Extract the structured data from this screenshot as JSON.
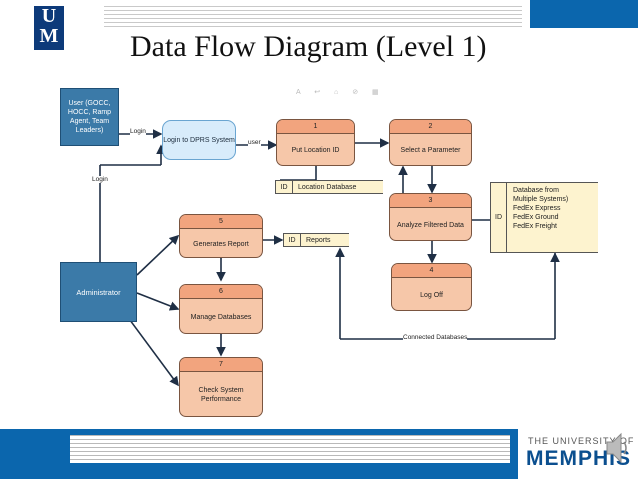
{
  "header": {
    "logo_top": "U",
    "logo_bottom": "M",
    "title": "Data Flow Diagram (Level 1)"
  },
  "footer": {
    "university_small": "THE UNIVERSITY OF",
    "university_big": "MEMPHIS"
  },
  "toolbar_glyphs": "A ↩ ⌂ ⊘ ▦",
  "entities": {
    "user": "User (GOCC, HOCC, Ramp Agent, Team Leaders)",
    "login_system": "Login to DPRS System",
    "administrator": "Administrator"
  },
  "processes": [
    {
      "num": "1",
      "name": "Put Location ID"
    },
    {
      "num": "2",
      "name": "Select a Parameter"
    },
    {
      "num": "3",
      "name": "Analyze Filtered Data"
    },
    {
      "num": "4",
      "name": "Log Off"
    },
    {
      "num": "5",
      "name": "Generates Report"
    },
    {
      "num": "6",
      "name": "Manage Databases"
    },
    {
      "num": "7",
      "name": "Check System Performance"
    }
  ],
  "stores": {
    "location": {
      "id": "ID",
      "name": "Location Database"
    },
    "reports": {
      "id": "ID",
      "name": "Reports"
    },
    "multi": {
      "id": "ID",
      "lines": [
        "Database from",
        "Multiple Systems)",
        "FedEx Express",
        "FedEx Ground",
        "FedEx Freight"
      ]
    }
  },
  "flows": {
    "login1": "Login",
    "login2": "Login",
    "user": "user",
    "connected": "Connected Databases"
  },
  "colors": {
    "brand_blue": "#0b66ad",
    "process_fill": "#f6c7a9",
    "process_header": "#f2a47e",
    "entity_blue": "#3b7aa8",
    "store_fill": "#fdf3cf"
  }
}
